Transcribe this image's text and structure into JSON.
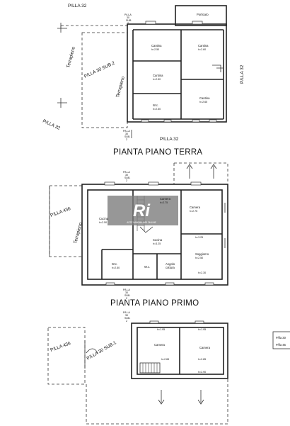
{
  "parcels": {
    "p32_top": "P/LLA 32",
    "p32_right": "P/LLA 32",
    "p32_left": "P/LLA 32",
    "p32_bottom": "P/LLA 32",
    "p30_sub2": "P/LLA 30 SUB.2",
    "p436_first": "P/LLA 436",
    "p436_second": "P/LLA 436",
    "p30_sub1": "P/LLA 30 SUB.1",
    "legend_top": "P/lla 30",
    "legend_bottom": "P/lla 45",
    "vert_marker": [
      "P/LLA",
      "30",
      "SUB.",
      "2"
    ]
  },
  "titles": {
    "ground": "PIANTA PIANO TERRA",
    "first": "PIANTA PIANO PRIMO"
  },
  "labels": {
    "terrapieno": "Terrapieno",
    "porticato": "Porticato",
    "cantina": "Cantina",
    "camera": "Camera",
    "cucina": "Cucina",
    "wc": "W.c.",
    "soggiorno": "Soggiorno",
    "angolo1": "Angolo",
    "angolo2": "cottura"
  },
  "heights": {
    "h250": "h=2.50",
    "h260": "h=2.60",
    "h265": "h=2.65",
    "h275": "h=2.75",
    "h325": "h=3.25",
    "h230": "h=2.30",
    "h195": "h=1.95",
    "h285": "h=2.85",
    "h290": "h=2.90",
    "h195b": "h=1.95"
  },
  "watermark": {
    "text": "Ri",
    "sub": "ASTE IMMOBILIARI ONLINE"
  },
  "colors": {
    "ink": "#222222",
    "watermark": "#7a7a7a"
  }
}
